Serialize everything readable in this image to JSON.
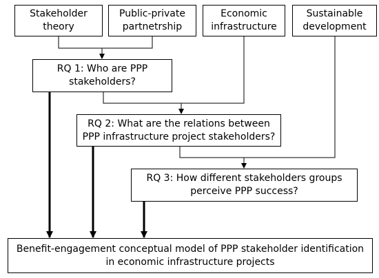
{
  "diagram": {
    "inputs": [
      {
        "lines": [
          "Stakeholder",
          "theory"
        ]
      },
      {
        "lines": [
          "Public-private",
          "partnetrship"
        ]
      },
      {
        "lines": [
          "Economic",
          "infrastructure"
        ]
      },
      {
        "lines": [
          "Sustainable",
          "development"
        ]
      }
    ],
    "rq1": {
      "lines": [
        "RQ 1: Who are PPP",
        "stakeholders?"
      ]
    },
    "rq2": {
      "lines": [
        "RQ 2: What are the relations between",
        "PPP infrastructure project stakeholders?"
      ]
    },
    "rq3": {
      "lines": [
        "RQ 3: How different stakeholders groups",
        "perceive PPP success?"
      ]
    },
    "model": {
      "lines": [
        "Benefit-engagement conceptual model of PPP stakeholder identification",
        "in economic infrastructure projects"
      ]
    }
  }
}
